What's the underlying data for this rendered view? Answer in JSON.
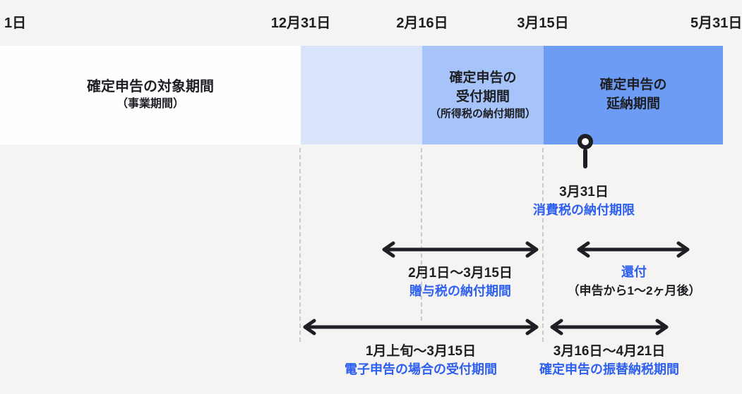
{
  "colors": {
    "background": "#f5f4f2",
    "band_white": "#fefefe",
    "band_light_blue": "#d9e4fb",
    "band_medium_blue": "#a7c4fa",
    "band_dark_blue": "#6d9cf4",
    "text_dark": "#1d1f24",
    "text_blue": "#2d5ff0",
    "dashed_line": "#c9c9c9",
    "arrow_black": "#1d1f24"
  },
  "axis": {
    "labels": [
      {
        "text": "1日"
      },
      {
        "text": "12月31日"
      },
      {
        "text": "2月16日"
      },
      {
        "text": "3月15日"
      },
      {
        "text": "5月31日"
      }
    ]
  },
  "band": {
    "segments": [
      {
        "title": "確定申告の対象期間",
        "subtitle": "（事業期間）",
        "color": "#fefefe"
      },
      {
        "color": "#d9e4fb"
      },
      {
        "line1": "確定申告の",
        "line2": "受付期間",
        "subtitle": "（所得税の納付期間）",
        "color": "#a7c4fa"
      },
      {
        "line1": "確定申告の",
        "line2": "延納期間",
        "color": "#6d9cf4"
      }
    ]
  },
  "pin": {
    "date": "3月31日",
    "label": "消費税の納付期限"
  },
  "ranges": [
    {
      "date": "2月1日〜3月15日",
      "label": "贈与税の納付期間"
    },
    {
      "title": "還付",
      "note": "（申告から1〜2ヶ月後）"
    },
    {
      "date": "1月上旬〜3月15日",
      "label": "電子申告の場合の受付期間"
    },
    {
      "date": "3月16日〜4月21日",
      "label": "確定申告の振替納税期間"
    }
  ]
}
